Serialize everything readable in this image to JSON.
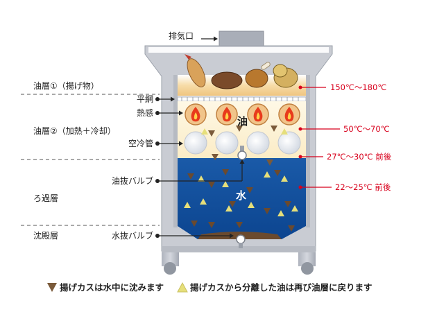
{
  "labels": {
    "exhaust": "排気口",
    "oil_layer_1": "油層①（揚げ物）",
    "mesh": "平網",
    "sensor": "熱感",
    "oil_layer_2": "油層②（加熱＋冷却）",
    "cooling_pipe": "空冷管",
    "oil_valve": "油抜バルブ",
    "filter_layer": "ろ過層",
    "sediment_layer": "沈殿層",
    "water_valve": "水抜バルブ",
    "oil": "油",
    "water": "水"
  },
  "temperatures": {
    "t1": "150℃～180℃",
    "t2": "50℃～70℃",
    "t3": "27℃～30℃ 前後",
    "t4": "22～25℃ 前後"
  },
  "legend": {
    "sink": "揚げカスは水中に沈みます",
    "rise": "揚げカスから分離した油は再び油層に戻ります"
  },
  "colors": {
    "oil_top": "#f0c888",
    "oil_mid": "#fdf3d8",
    "water": "#0f4e9c",
    "frame": "#9aa0ac",
    "sink_marker": "#7a5a3a",
    "rise_marker": "#e6df7a",
    "temp_text": "#d8001c"
  }
}
